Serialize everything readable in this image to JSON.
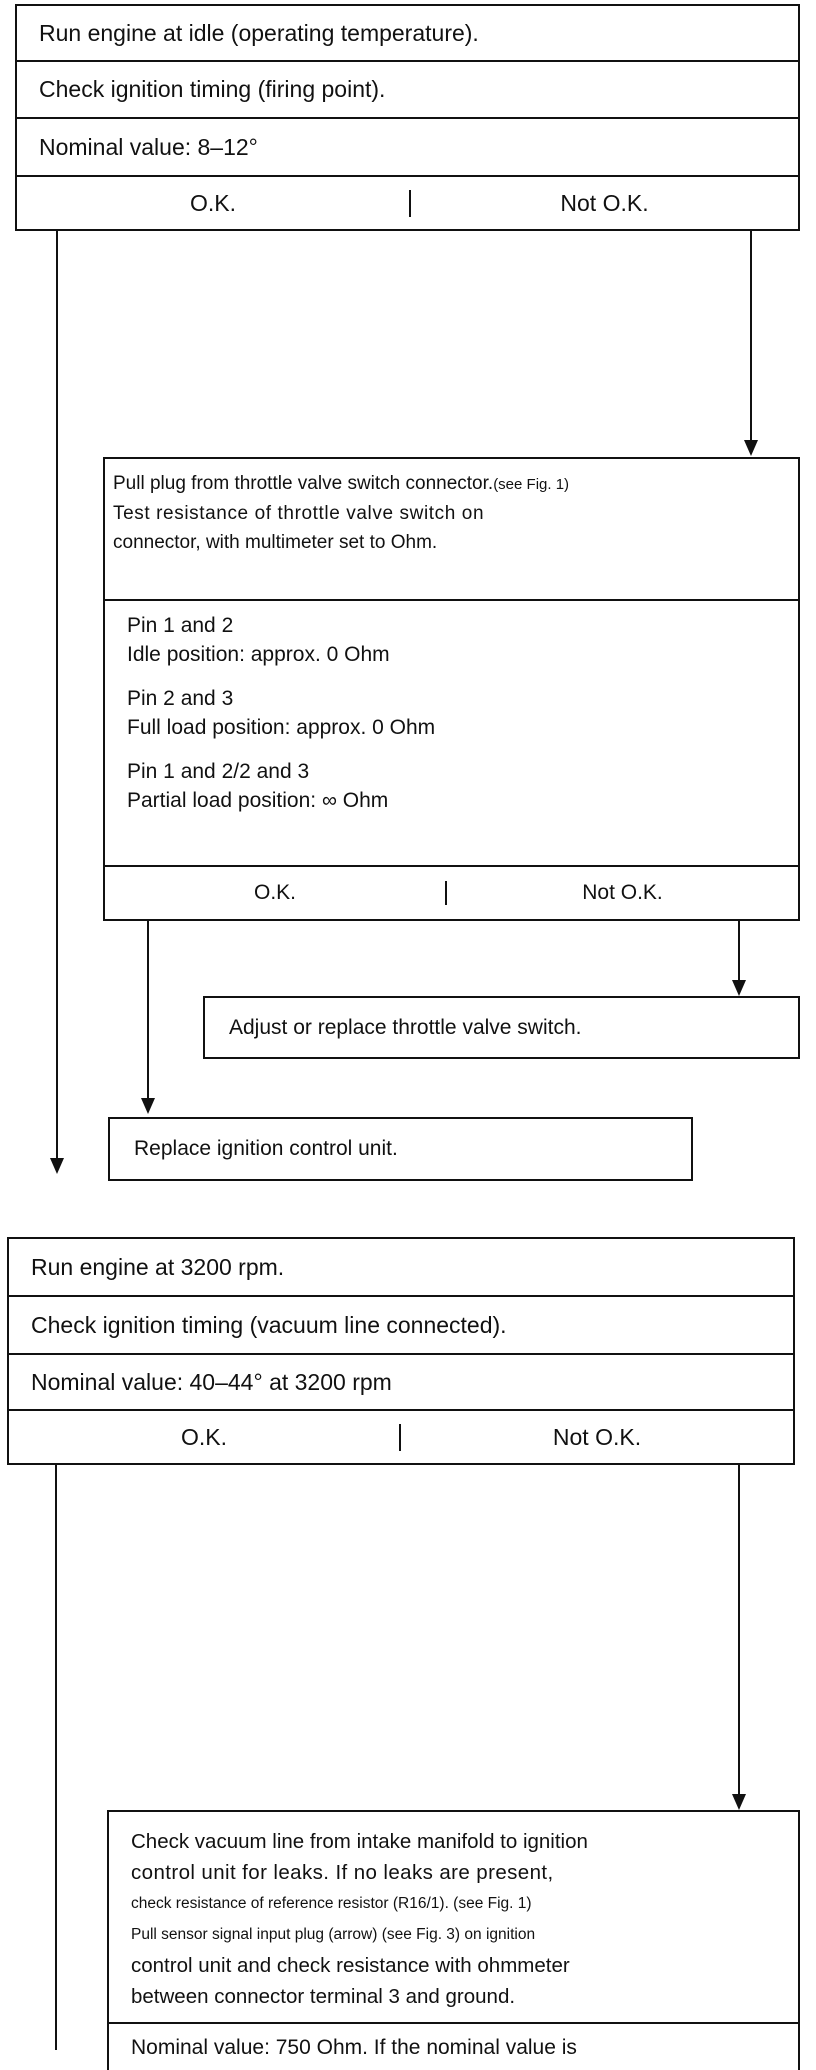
{
  "step1": {
    "line1": "Run engine at idle (operating temperature).",
    "line2": "Check ignition timing (firing point).",
    "nominal": "Nominal value:  8–12°",
    "ok": "O.K.",
    "not_ok": "Not O.K."
  },
  "step2": {
    "intro_a": "Pull plug from throttle valve switch connector.",
    "intro_ref": "(see Fig. 1)",
    "intro_b": "Test resistance of throttle valve switch on",
    "intro_c": "connector, with multimeter set to Ohm.",
    "pin12_title": "Pin 1 and 2",
    "pin12_value": "Idle position:  approx. 0 Ohm",
    "pin23_title": "Pin 2 and 3",
    "pin23_value": "Full load position:  approx. 0 Ohm",
    "pin_partial_title": "Pin 1 and 2/2 and 3",
    "pin_partial_value": "Partial load position:  ∞ Ohm",
    "ok": "O.K.",
    "not_ok": "Not O.K."
  },
  "action_adjust": "Adjust or replace throttle valve switch.",
  "action_replace": "Replace ignition control unit.",
  "step3": {
    "line1": "Run engine at 3200 rpm.",
    "line2": "Check ignition timing (vacuum line connected).",
    "nominal": "Nominal value:  40–44° at 3200 rpm",
    "ok": "O.K.",
    "not_ok": "Not O.K."
  },
  "step4": {
    "l1": "Check vacuum line from intake manifold to ignition",
    "l2": "control unit for leaks.  If no leaks are present,",
    "l3": "check resistance of reference resistor (R16/1). (see Fig. 1)",
    "l4": "Pull sensor signal input plug (arrow) (see Fig. 3) on ignition",
    "l5": "control unit and check resistance with ohmmeter",
    "l6": "between connector terminal 3 and ground.",
    "nominal": "Nominal value:  750 Ohm.  If the nominal value is"
  }
}
